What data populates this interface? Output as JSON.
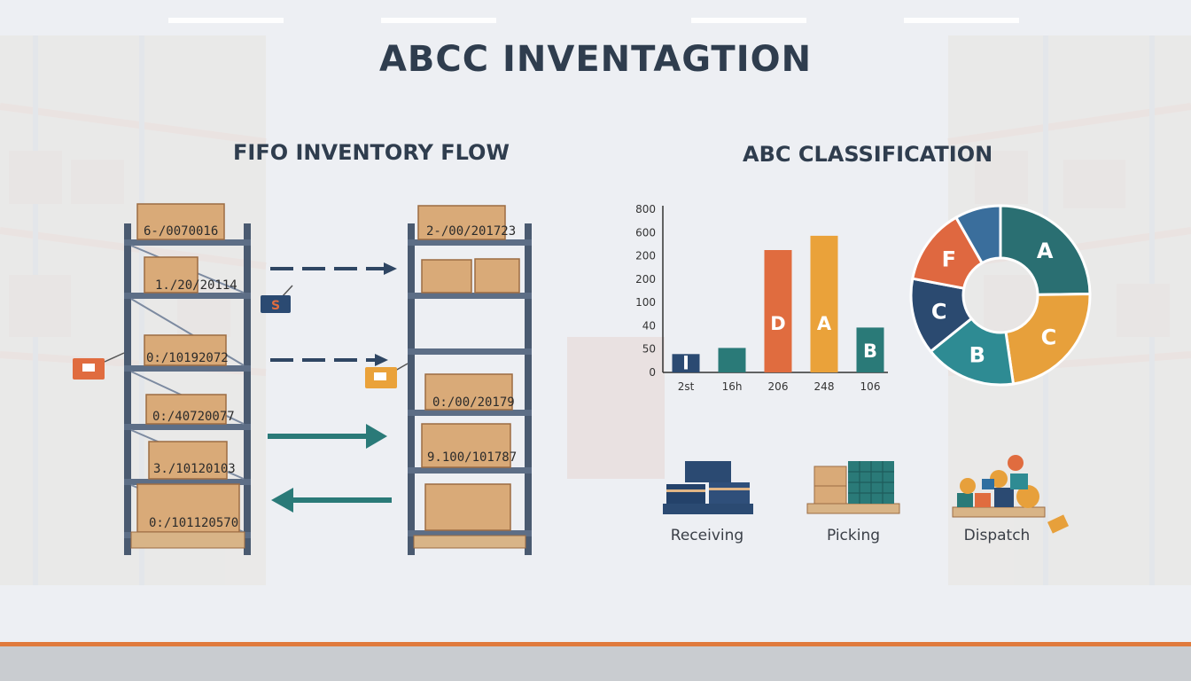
{
  "title": "ABCC INVENTAGTION",
  "fifo": {
    "title": "FIFO INVENTORY FLOW",
    "left_rack_labels": [
      "6-/0070016",
      "1./20/20114",
      "0:/10192072",
      "0:/40720077",
      "3./10120103",
      "0:/101120570"
    ],
    "right_rack_labels": [
      "2-/00/201723",
      "0:/00/20179",
      "9.100/101787"
    ],
    "tag_label": "S"
  },
  "abc": {
    "title": "ABC CLASSIFICATION",
    "chart_data": {
      "type": "bar",
      "categories": [
        "2st",
        "16h",
        "206",
        "248",
        "106"
      ],
      "values": [
        90,
        120,
        600,
        670,
        220
      ],
      "bar_labels": [
        "I",
        "",
        "D",
        "A",
        "B"
      ],
      "y_ticks": [
        "800",
        "600",
        "200",
        "200",
        "100",
        "40",
        "50",
        "0"
      ],
      "colors": [
        "#2b4a72",
        "#2a7a78",
        "#e06c3f",
        "#eaa23a",
        "#2a7a78"
      ]
    },
    "donut": {
      "segments": [
        {
          "label": "A",
          "value": 27,
          "color": "#2a6f72"
        },
        {
          "label": "C",
          "value": 25,
          "color": "#e7a03b"
        },
        {
          "label": "B",
          "value": 18,
          "color": "#2e8b93"
        },
        {
          "label": "C",
          "value": 15,
          "color": "#2b4a70"
        },
        {
          "label": "F",
          "value": 15,
          "color": "#df6840"
        },
        {
          "label": "",
          "value": 9,
          "color": "#3a6e9c"
        }
      ]
    }
  },
  "stages": [
    {
      "label": "Receiving",
      "icon": "pallet-icon"
    },
    {
      "label": "Picking",
      "icon": "boxes-icon"
    },
    {
      "label": "Dispatch",
      "icon": "parcels-icon"
    }
  ]
}
